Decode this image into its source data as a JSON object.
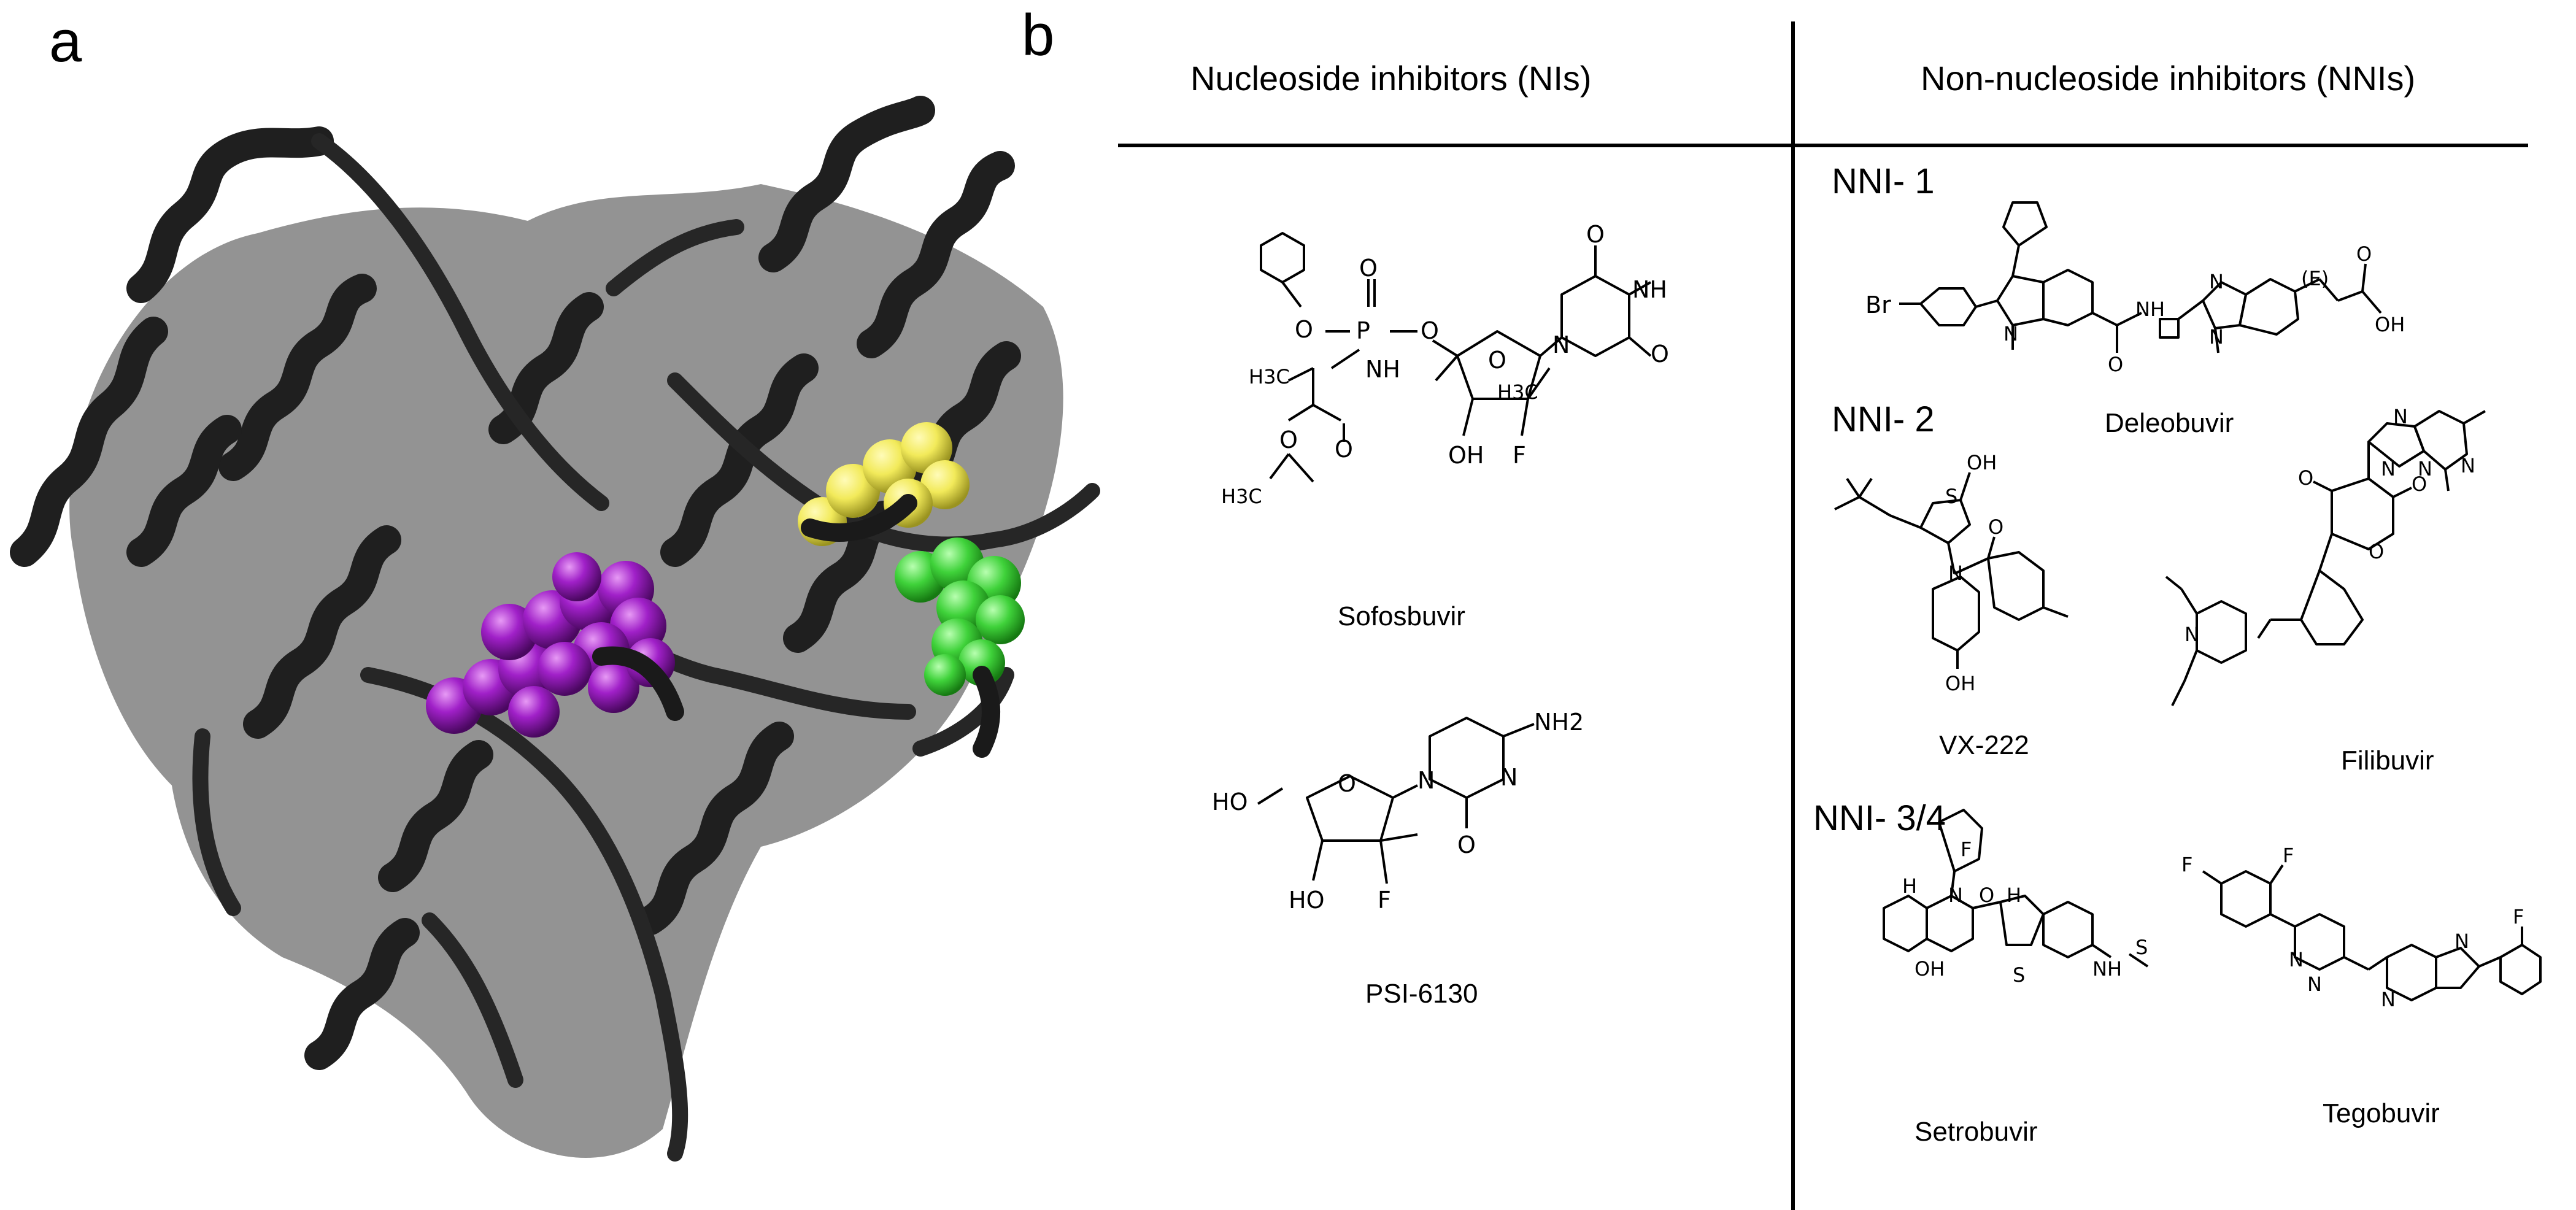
{
  "panel_a": {
    "letter": "a",
    "colors": {
      "protein": "#2b2b2b",
      "protein_shadow": "#151515",
      "ligand_purple": "#a020c8",
      "ligand_yellow": "#f2ea5a",
      "ligand_green": "#3fd23a"
    }
  },
  "panel_b": {
    "letter": "b",
    "headers": {
      "left": "Nucleoside inhibitors (NIs)",
      "right": "Non-nucleoside inhibitors (NNIs)"
    },
    "groups": {
      "nni1": "NNI- 1",
      "nni2": "NNI- 2",
      "nni34": "NNI- 3/4"
    },
    "compounds": {
      "sofosbuvir": "Sofosbuvir",
      "psi6130": "PSI-6130",
      "deleobuvir": "Deleobuvir",
      "vx222": "VX-222",
      "filibuvir": "Filibuvir",
      "setrobuvir": "Setrobuvir",
      "tegobuvir": "Tegobuvir"
    },
    "atom_labels": {
      "O": "O",
      "P": "P",
      "NH": "NH",
      "N": "N",
      "F": "F",
      "OH": "OH",
      "HO": "HO",
      "H3C": "H3C",
      "NH2": "NH2",
      "Br": "Br",
      "S": "S",
      "H": "H",
      "E": "(E)"
    }
  }
}
